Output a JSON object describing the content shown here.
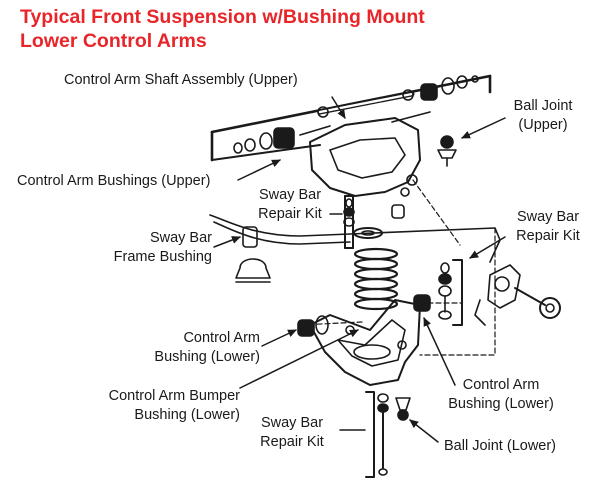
{
  "title": {
    "line1": "Typical Front Suspension w/Bushing Mount",
    "line2": "Lower Control Arms",
    "color": "#e8262a"
  },
  "labels": {
    "control_arm_shaft_upper": "Control Arm Shaft Assembly (Upper)",
    "ball_joint_upper_1": "Ball Joint",
    "ball_joint_upper_2": "(Upper)",
    "control_arm_bushings_upper": "Control Arm Bushings (Upper)",
    "sway_bar_repair_kit_top_1": "Sway Bar",
    "sway_bar_repair_kit_top_2": "Repair Kit",
    "sway_bar_repair_kit_right_1": "Sway Bar",
    "sway_bar_repair_kit_right_2": "Repair Kit",
    "sway_bar_frame_bushing_1": "Sway Bar",
    "sway_bar_frame_bushing_2": "Frame Bushing",
    "control_arm_bushing_lower_left_1": "Control Arm",
    "control_arm_bushing_lower_left_2": "Bushing (Lower)",
    "control_arm_bumper_1": "Control Arm Bumper",
    "control_arm_bumper_2": "Bushing (Lower)",
    "control_arm_bushing_lower_right_1": "Control Arm",
    "control_arm_bushing_lower_right_2": "Bushing (Lower)",
    "sway_bar_repair_kit_bottom_1": "Sway Bar",
    "sway_bar_repair_kit_bottom_2": "Repair Kit",
    "ball_joint_lower": "Ball Joint (Lower)"
  },
  "line_color": "#1a1a1a"
}
